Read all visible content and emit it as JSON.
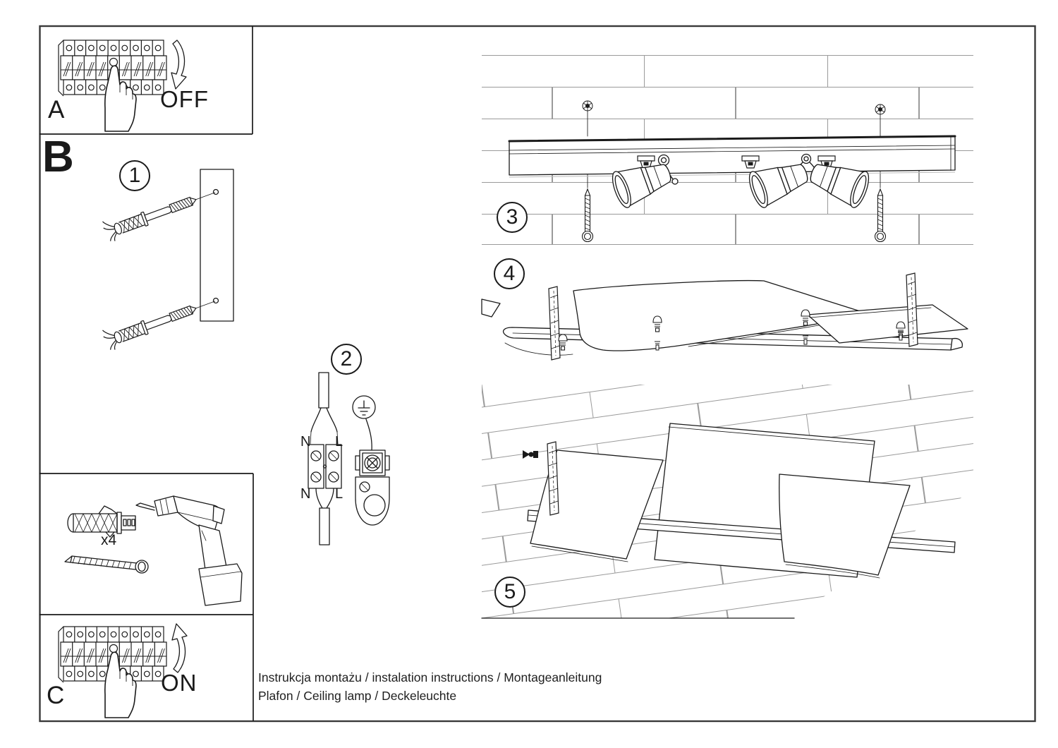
{
  "colors": {
    "ink": "#1a1a1a",
    "frame": "#3a3a3a",
    "brick": "#9a9a9a",
    "background": "#ffffff"
  },
  "panels": {
    "a": {
      "label": "A",
      "action": "OFF"
    },
    "b": {
      "label": "B"
    },
    "c": {
      "label": "C",
      "action": "ON"
    },
    "tools": {
      "quantity": "x4"
    }
  },
  "steps": {
    "s1": "1",
    "s2": "2",
    "s3": "3",
    "s4": "4",
    "s5": "5"
  },
  "wiring": {
    "n_top": "N",
    "l_top": "L",
    "n_bottom": "N",
    "l_bottom": "L"
  },
  "footer": {
    "line1": "Instrukcja montażu / instalation instructions / Montageanleitung",
    "line2": "Plafon / Ceiling lamp / Deckeleuchte"
  }
}
